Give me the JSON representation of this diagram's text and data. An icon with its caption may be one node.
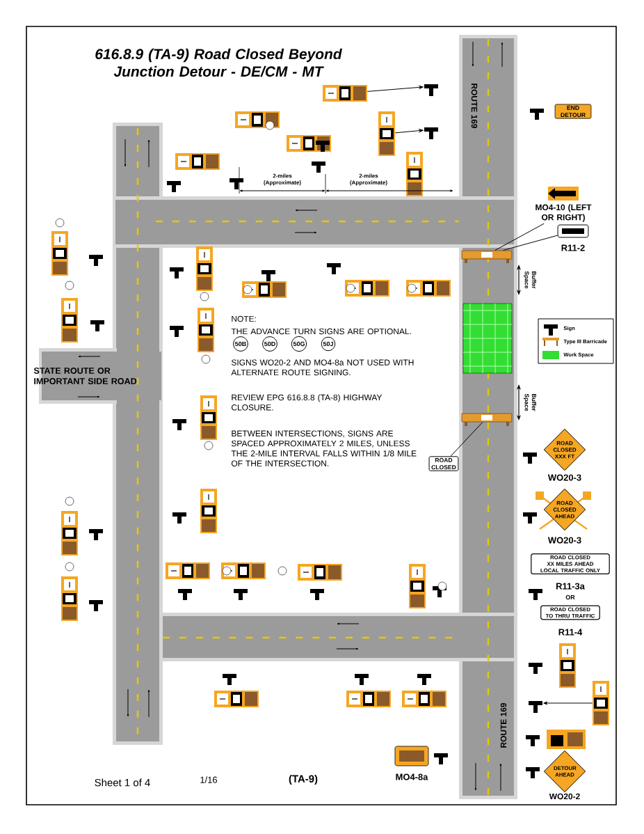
{
  "diagram": {
    "title": "616.8.9 (TA-9) Road Closed Beyond Junction Detour - DE/CM - MT",
    "nodes": [
      {
        "text": [
          "MO4-10 (LEFT OR RIGHT)"
        ]
      },
      {
        "text": [],
        "shape": "box",
        "beside": [
          "R11-2"
        ]
      },
      {
        "text": [],
        "shape": "barricade"
      },
      {
        "text": [],
        "shape": "barricade"
      },
      {
        "text": [
          "ROAD CLOSED"
        ]
      },
      {
        "text": [],
        "shape": "box"
      },
      {
        "text": [],
        "shape": "post"
      },
      {
        "text": [],
        "shape": "box"
      },
      {
        "text": [],
        "shape": "post"
      },
      {
        "text": [],
        "shape": "box"
      },
      {
        "text": [],
        "shape": "post"
      }
    ],
    "edges": [
      {
        "from": 0,
        "to": 2,
        "arrow": "none"
      },
      {
        "from": 1,
        "to": 2,
        "arrow": "none"
      },
      {
        "from": 4,
        "to": 3,
        "arrow": "none"
      },
      {
        "from": 5,
        "to": 6,
        "arrow": "to"
      },
      {
        "from": 7,
        "to": 8,
        "arrow": "to"
      },
      {
        "from": 9,
        "to": 10,
        "arrow": "to"
      }
    ],
    "labels": [
      "ROUTE 169",
      "2-miles (Approximate)",
      "2-miles (Approximate)",
      "Buffer Space",
      "Buffer Space",
      "STATE ROUTE OR IMPORTANT SIDE ROAD",
      "NOTE:",
      "THE ADVANCE TURN SIGNS ARE OPTIONAL.",
      "50B",
      "50D",
      "50G",
      "50J",
      "SIGNS WO20-2 AND MO4-8a NOT USED WITH ALTERNATE ROUTE SIGNING.",
      "REVIEW EPG 616.8.8 (TA-8) HIGHWAY CLOSURE.",
      "BETWEEN INTERSECTIONS, SIGNS ARE SPACED APPROXIMATELY 2 MILES, UNLESS THE 2-MILE INTERVAL FALLS WITHIN 1/8 MILE OF THE INTERSECTION.",
      "END DETOUR",
      "ROAD CLOSED XXX FT",
      "WO20-3",
      "ROAD CLOSED AHEAD",
      "WO20-3",
      "ROAD CLOSED XX MILES AHEAD LOCAL TRAFFIC ONLY",
      "R11-3a",
      "OR",
      "ROAD CLOSED TO THRU TRAFFIC",
      "R11-4",
      "DETOUR AHEAD",
      "WO20-2",
      "ROUTE 169",
      "MO4-8a",
      "Sheet 1 of 4",
      "1/16",
      "(TA-9)"
    ],
    "legend": [
      {
        "text": "Sign"
      },
      {
        "text": "Type III Barricade"
      },
      {
        "text": "Work Space",
        "color": "#33dd33"
      }
    ]
  }
}
